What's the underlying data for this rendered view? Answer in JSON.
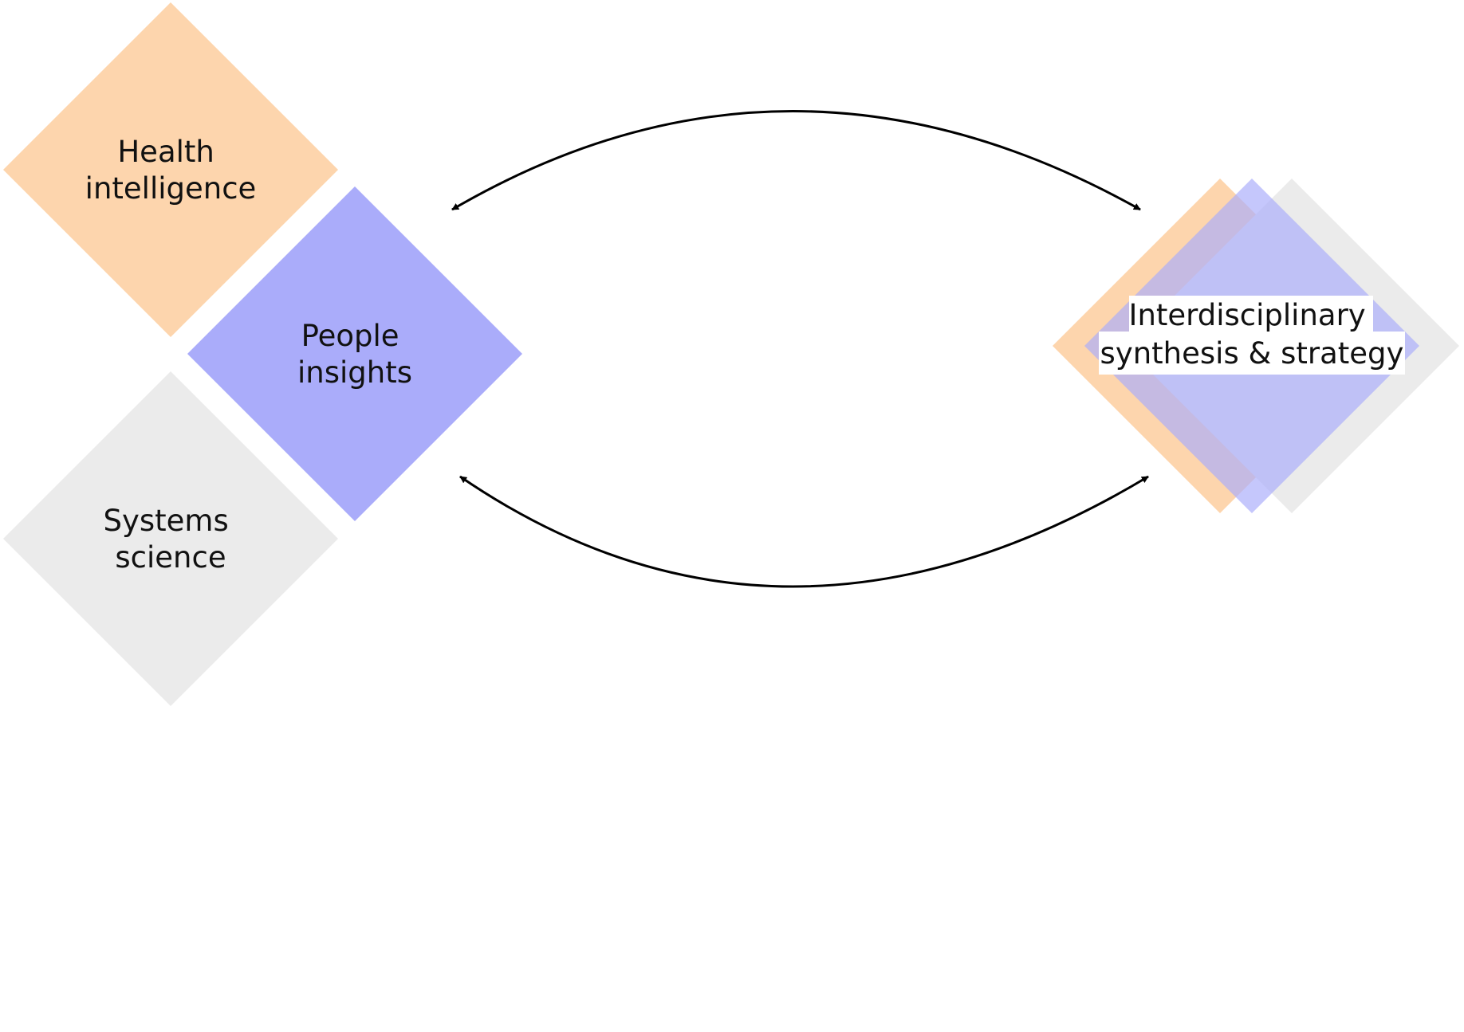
{
  "diagram": {
    "nodes": {
      "health": {
        "line1": "Health",
        "line2": "intelligence"
      },
      "people": {
        "line1": "People",
        "line2": "insights"
      },
      "systems": {
        "line1": "Systems",
        "line2": "science"
      },
      "synthesis": {
        "line1": "Interdisciplinary",
        "line2": "synthesis & strategy"
      }
    }
  },
  "colors": {
    "health": "#fdd5ad",
    "people": "#aaacfa",
    "systems": "#ebebeb",
    "label_bg": "#ffffff",
    "arrow": "#000000"
  }
}
